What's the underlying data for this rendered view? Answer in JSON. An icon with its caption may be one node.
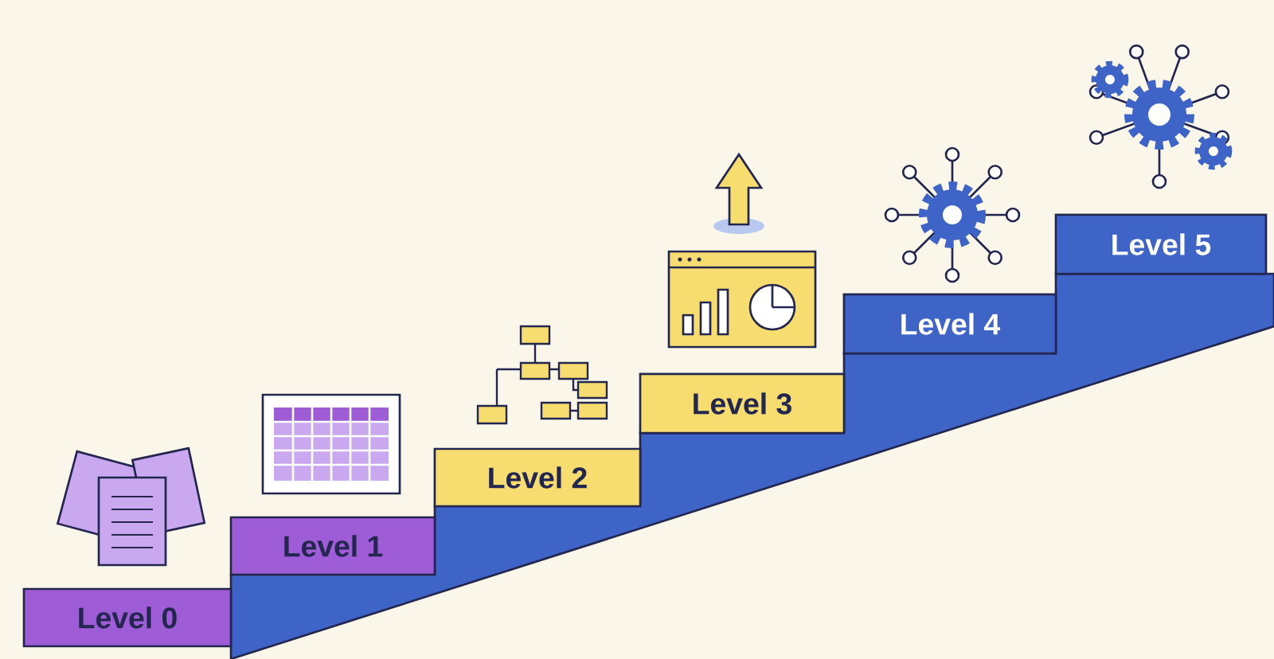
{
  "diagram": {
    "nodes": [
      {
        "text": [
          "Level 0"
        ]
      },
      {
        "text": [
          "Level 1"
        ]
      },
      {
        "text": [
          "Level 2"
        ]
      },
      {
        "text": [
          "Level 3"
        ]
      },
      {
        "text": [
          "Level 4"
        ]
      },
      {
        "text": [
          "Level 5"
        ]
      }
    ]
  }
}
